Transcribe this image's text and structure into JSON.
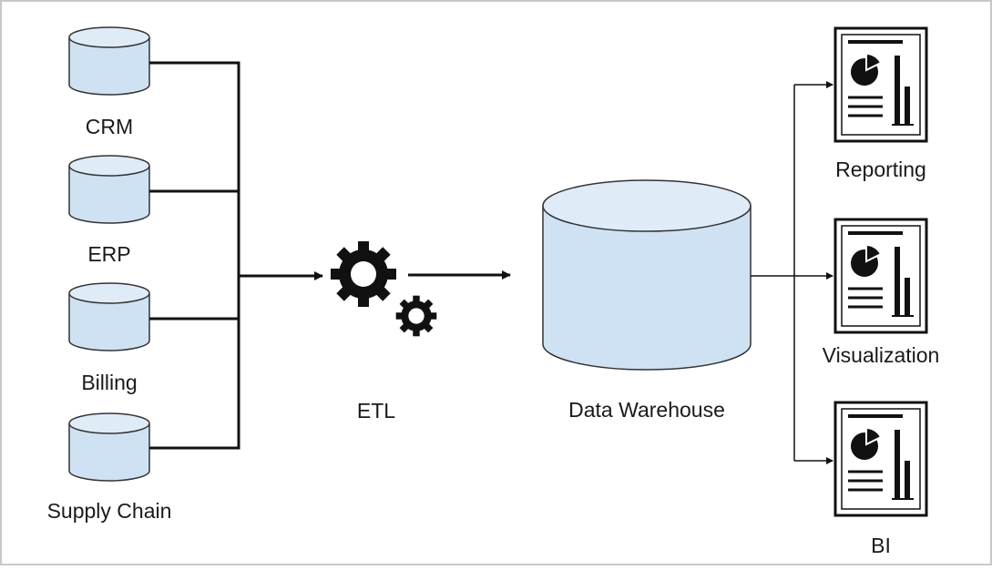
{
  "diagram": {
    "sources": [
      {
        "label": "CRM"
      },
      {
        "label": "ERP"
      },
      {
        "label": "Billing"
      },
      {
        "label": "Supply Chain"
      }
    ],
    "etl": {
      "label": "ETL"
    },
    "warehouse": {
      "label": "Data Warehouse"
    },
    "outputs": [
      {
        "label": "Reporting"
      },
      {
        "label": "Visualization"
      },
      {
        "label": "BI"
      }
    ]
  },
  "colors": {
    "cylinder_fill": "#cfe2f3",
    "cylinder_top": "#dfecf8",
    "stroke": "#111111",
    "frame": "#c8c8c8"
  },
  "icons": {
    "source": "database-icon",
    "etl": "gears-icon",
    "warehouse": "database-icon",
    "output": "report-document-icon"
  }
}
